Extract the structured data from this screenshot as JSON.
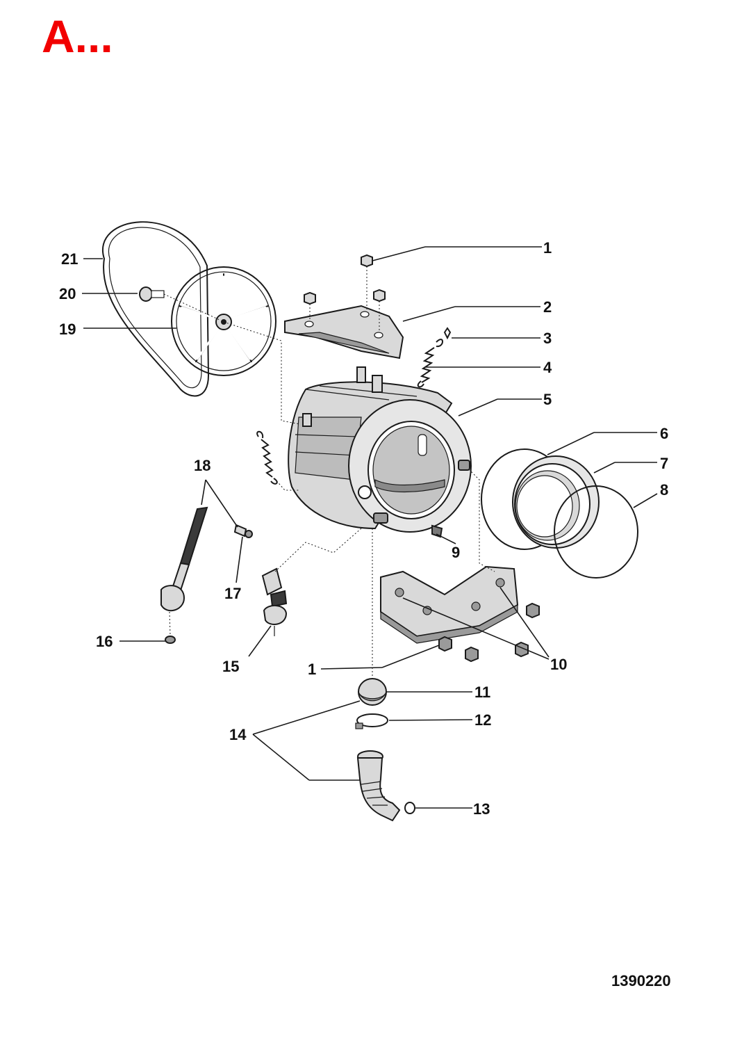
{
  "title": "A...",
  "drawing_number": "1390220",
  "callouts": [
    "1",
    "2",
    "3",
    "4",
    "5",
    "6",
    "7",
    "8",
    "9",
    "10",
    "11",
    "12",
    "13",
    "14",
    "15",
    "16",
    "17",
    "18",
    "19",
    "20",
    "21"
  ],
  "extra_callouts": {
    "bottom_1": "1"
  },
  "colors": {
    "title": "#f20000",
    "line": "#1a1a1a",
    "part_fill": "#d9d9d9",
    "part_dark": "#9a9a9a"
  }
}
